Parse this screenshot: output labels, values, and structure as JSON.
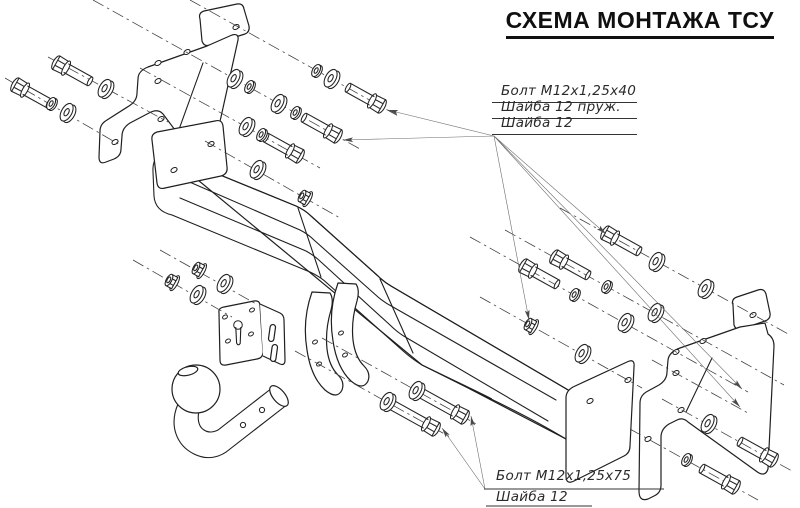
{
  "title": "СХЕМА МОНТАЖА ТСУ",
  "callouts": {
    "upper": {
      "line1": "Болт  М12х1,25х40",
      "line2": "Шайба  12  пруж.",
      "line3": "Шайба  12"
    },
    "lower": {
      "line1": "Болт  М12х1,25х75",
      "line2": "Шайба  12"
    }
  },
  "colors": {
    "ink": "#1f1f1f",
    "thin_line": "#6b6b6b",
    "background": "#ffffff"
  },
  "icons": {
    "bolt": "hex-bolt-icon",
    "washer": "flat-washer-icon",
    "spring_washer": "spring-washer-icon",
    "nut": "flange-nut-icon"
  }
}
